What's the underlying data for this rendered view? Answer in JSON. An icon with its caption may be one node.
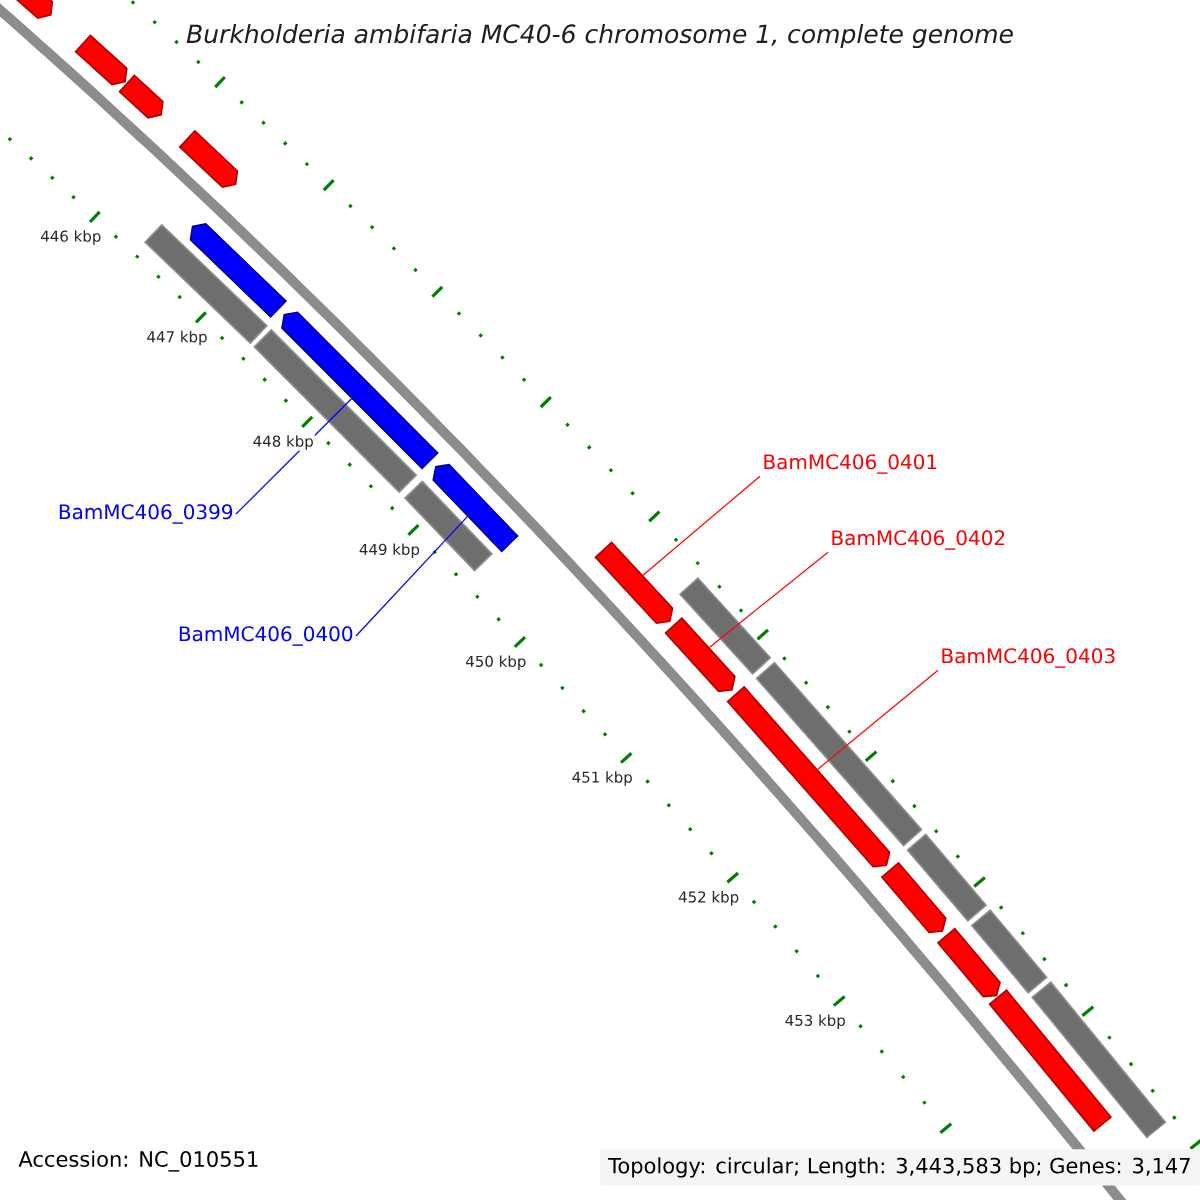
{
  "diagram": {
    "title": "Burkholderia ambifaria MC40-6 chromosome 1, complete genome",
    "nodes": [
      {
        "text": [
          "BamMC406_0399"
        ]
      },
      {
        "text": [
          "BamMC406_0400"
        ]
      },
      {
        "text": [
          "BamMC406_0401"
        ]
      },
      {
        "text": [
          "BamMC406_0402"
        ]
      },
      {
        "text": [
          "BamMC406_0403"
        ]
      },
      {
        "text": [],
        "shape": "arrow"
      },
      {
        "text": [],
        "shape": "arrow"
      },
      {
        "text": [],
        "shape": "arrow"
      },
      {
        "text": [],
        "shape": "arrow"
      },
      {
        "text": [],
        "shape": "bar"
      },
      {
        "text": [],
        "shape": "arrow"
      },
      {
        "text": [],
        "shape": "bar"
      },
      {
        "text": [],
        "shape": "arrow"
      },
      {
        "text": [],
        "shape": "bar"
      },
      {
        "text": [],
        "shape": "arrow"
      },
      {
        "text": [],
        "shape": "arrow"
      },
      {
        "text": [],
        "shape": "bar"
      },
      {
        "text": [],
        "shape": "arrow"
      },
      {
        "text": [],
        "shape": "arrow"
      },
      {
        "text": [],
        "shape": "bar"
      },
      {
        "text": [],
        "shape": "arrow"
      },
      {
        "text": [],
        "shape": "bar"
      },
      {
        "text": [],
        "shape": "arrow"
      },
      {
        "text": [],
        "shape": "bar"
      },
      {
        "text": [],
        "shape": "bar"
      },
      {
        "text": [],
        "shape": "bar"
      }
    ],
    "edges": [
      {
        "from": 0,
        "to": 12,
        "arrow": "none",
        "color": "#0000ff"
      },
      {
        "from": 1,
        "to": 14,
        "arrow": "none",
        "color": "#0000ff"
      },
      {
        "from": 2,
        "to": 15,
        "arrow": "none",
        "color": "#ff0000"
      },
      {
        "from": 3,
        "to": 17,
        "arrow": "none",
        "color": "#ff0000"
      },
      {
        "from": 4,
        "to": 18,
        "arrow": "none",
        "color": "#ff0000"
      }
    ],
    "labels": [
      "446 kbp",
      "447 kbp",
      "448 kbp",
      "449 kbp",
      "450 kbp",
      "451 kbp",
      "452 kbp",
      "453 kbp",
      "Accession: NC_010551",
      "Topology: circular; Length: 3,443,583 bp; Genes: 3,147"
    ]
  }
}
